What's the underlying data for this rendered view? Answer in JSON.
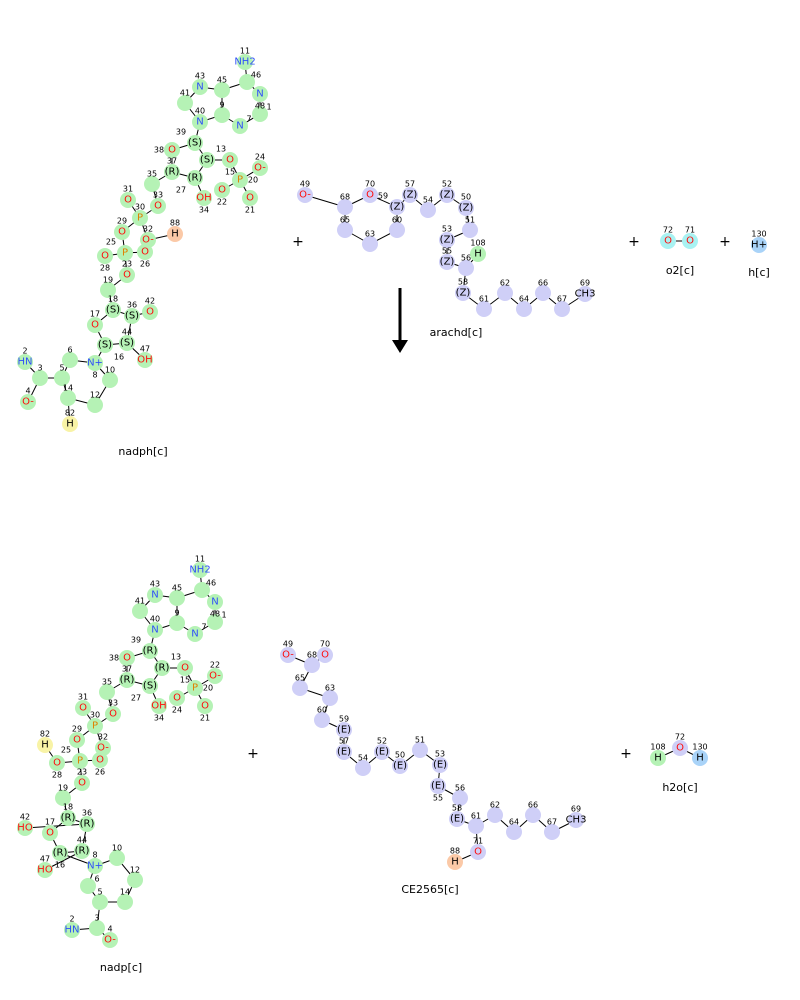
{
  "colors": {
    "green": "#b5f2b5",
    "purple": "#cfcff7",
    "orange": "#fbc9a7",
    "yellow": "#f8f3a6",
    "blue": "#a9d3f8",
    "cyan": "#a9f2f2",
    "N": "#3050f8",
    "O": "#ff0d0d",
    "P": "#e08000",
    "C": "#000000"
  },
  "labels": {
    "nadph": "nadph[c]",
    "arachd": "arachd[c]",
    "o2": "o2[c]",
    "h": "h[c]",
    "nadp": "nadp[c]",
    "ce2565": "CE2565[c]",
    "h2o": "h2o[c]"
  },
  "plus_sign": "+",
  "molecules": {
    "nadph": [
      [
        "11",
        "NH2",
        "green"
      ],
      [
        "46",
        "",
        "green"
      ],
      [
        "48",
        "N",
        "green"
      ],
      [
        "1",
        "",
        "green"
      ],
      [
        "7",
        "N",
        "green"
      ],
      [
        "9",
        "",
        "green"
      ],
      [
        "45",
        "",
        "green"
      ],
      [
        "43",
        "N",
        "green"
      ],
      [
        "41",
        "",
        "green"
      ],
      [
        "40",
        "N",
        "green"
      ],
      [
        "39",
        "(S)",
        "green"
      ],
      [
        "38",
        "O",
        "green"
      ],
      [
        "13",
        "(S)",
        "green"
      ],
      [
        "15",
        "O",
        "green"
      ],
      [
        "37",
        "(R)",
        "green"
      ],
      [
        "27",
        "(R)",
        "green"
      ],
      [
        "20",
        "P",
        "green"
      ],
      [
        "24",
        "O-",
        "green"
      ],
      [
        "21",
        "O",
        "green"
      ],
      [
        "22",
        "O",
        "green"
      ],
      [
        "34",
        "OH",
        "green"
      ],
      [
        "35",
        "",
        "green"
      ],
      [
        "33",
        "O",
        "green"
      ],
      [
        "30",
        "P",
        "green"
      ],
      [
        "31",
        "O",
        "green"
      ],
      [
        "29",
        "O",
        "green"
      ],
      [
        "32",
        "O-",
        "green"
      ],
      [
        "25",
        "P",
        "green"
      ],
      [
        "28",
        "O",
        "green"
      ],
      [
        "26",
        "O",
        "green"
      ],
      [
        "88",
        "H",
        "orange"
      ],
      [
        "23",
        "O",
        "green"
      ],
      [
        "19",
        "",
        "green"
      ],
      [
        "18",
        "(S)",
        "green"
      ],
      [
        "36",
        "(S)",
        "green"
      ],
      [
        "42",
        "O",
        "green"
      ],
      [
        "17",
        "O",
        "green"
      ],
      [
        "16",
        "(S)",
        "green"
      ],
      [
        "44",
        "(S)",
        "green"
      ],
      [
        "47",
        "OH",
        "green"
      ],
      [
        "8",
        "N+",
        "green"
      ],
      [
        "6",
        "",
        "green"
      ],
      [
        "5",
        "",
        "green"
      ],
      [
        "10",
        "",
        "green"
      ],
      [
        "14",
        "",
        "green"
      ],
      [
        "12",
        "",
        "green"
      ],
      [
        "3",
        "",
        "green"
      ],
      [
        "2",
        "HN",
        "green"
      ],
      [
        "4",
        "O-",
        "green"
      ],
      [
        "82",
        "H",
        "yellow"
      ]
    ],
    "arachd": [
      [
        "49",
        "O-",
        "purple"
      ],
      [
        "70",
        "O",
        "purple"
      ],
      [
        "68",
        "",
        "purple"
      ],
      [
        "65",
        "",
        "purple"
      ],
      [
        "63",
        "",
        "purple"
      ],
      [
        "60",
        "",
        "purple"
      ],
      [
        "59",
        "(Z)",
        "purple"
      ],
      [
        "57",
        "(Z)",
        "purple"
      ],
      [
        "54",
        "",
        "purple"
      ],
      [
        "52",
        "(Z)",
        "purple"
      ],
      [
        "50",
        "(Z)",
        "purple"
      ],
      [
        "51",
        "",
        "purple"
      ],
      [
        "53",
        "(Z)",
        "purple"
      ],
      [
        "55",
        "(Z)",
        "purple"
      ],
      [
        "56",
        "",
        "purple"
      ],
      [
        "108",
        "H",
        "green"
      ],
      [
        "58",
        "(Z)",
        "purple"
      ],
      [
        "61",
        "",
        "purple"
      ],
      [
        "62",
        "",
        "purple"
      ],
      [
        "64",
        "",
        "purple"
      ],
      [
        "66",
        "",
        "purple"
      ],
      [
        "67",
        "",
        "purple"
      ],
      [
        "69",
        "CH3",
        "purple"
      ]
    ],
    "o2": [
      [
        "72",
        "O",
        "cyan"
      ],
      [
        "71",
        "O",
        "cyan"
      ]
    ],
    "h": [
      [
        "130",
        "H+",
        "blue"
      ]
    ],
    "nadp": [
      [
        "11",
        "NH2",
        "green"
      ],
      [
        "46",
        "",
        "green"
      ],
      [
        "48",
        "N",
        "green"
      ],
      [
        "1",
        "",
        "green"
      ],
      [
        "7",
        "N",
        "green"
      ],
      [
        "9",
        "",
        "green"
      ],
      [
        "45",
        "",
        "green"
      ],
      [
        "43",
        "N",
        "green"
      ],
      [
        "41",
        "",
        "green"
      ],
      [
        "40",
        "N",
        "green"
      ],
      [
        "39",
        "(R)",
        "green"
      ],
      [
        "38",
        "O",
        "green"
      ],
      [
        "13",
        "(R)",
        "green"
      ],
      [
        "15",
        "O",
        "green"
      ],
      [
        "37",
        "(R)",
        "green"
      ],
      [
        "27",
        "(S)",
        "green"
      ],
      [
        "20",
        "P",
        "green"
      ],
      [
        "22",
        "O-",
        "green"
      ],
      [
        "21",
        "O",
        "green"
      ],
      [
        "24",
        "O",
        "green"
      ],
      [
        "34",
        "OH",
        "green"
      ],
      [
        "35",
        "",
        "green"
      ],
      [
        "33",
        "O",
        "green"
      ],
      [
        "30",
        "P",
        "green"
      ],
      [
        "31",
        "O",
        "green"
      ],
      [
        "29",
        "O",
        "green"
      ],
      [
        "32",
        "O-",
        "green"
      ],
      [
        "25",
        "P",
        "green"
      ],
      [
        "28",
        "O",
        "green"
      ],
      [
        "26",
        "O",
        "green"
      ],
      [
        "82",
        "H",
        "yellow"
      ],
      [
        "23",
        "O",
        "green"
      ],
      [
        "19",
        "",
        "green"
      ],
      [
        "18",
        "(R)",
        "green"
      ],
      [
        "36",
        "(R)",
        "green"
      ],
      [
        "42",
        "HO",
        "green"
      ],
      [
        "17",
        "O",
        "green"
      ],
      [
        "16",
        "(R)",
        "green"
      ],
      [
        "44",
        "(R)",
        "green"
      ],
      [
        "47",
        "HO",
        "green"
      ],
      [
        "8",
        "N+",
        "green"
      ],
      [
        "6",
        "",
        "green"
      ],
      [
        "5",
        "",
        "green"
      ],
      [
        "10",
        "",
        "green"
      ],
      [
        "14",
        "",
        "green"
      ],
      [
        "12",
        "",
        "green"
      ],
      [
        "3",
        "",
        "green"
      ],
      [
        "2",
        "HN",
        "green"
      ],
      [
        "4",
        "O-",
        "green"
      ]
    ],
    "ce2565": [
      [
        "49",
        "O-",
        "purple"
      ],
      [
        "70",
        "O",
        "purple"
      ],
      [
        "68",
        "",
        "purple"
      ],
      [
        "65",
        "",
        "purple"
      ],
      [
        "63",
        "",
        "purple"
      ],
      [
        "60",
        "",
        "purple"
      ],
      [
        "59",
        "(E)",
        "purple"
      ],
      [
        "57",
        "(E)",
        "purple"
      ],
      [
        "54",
        "",
        "purple"
      ],
      [
        "52",
        "(E)",
        "purple"
      ],
      [
        "50",
        "(E)",
        "purple"
      ],
      [
        "51",
        "",
        "purple"
      ],
      [
        "53",
        "(E)",
        "purple"
      ],
      [
        "55",
        "(E)",
        "purple"
      ],
      [
        "56",
        "",
        "purple"
      ],
      [
        "58",
        "(E)",
        "purple"
      ],
      [
        "61",
        "",
        "purple"
      ],
      [
        "62",
        "",
        "purple"
      ],
      [
        "64",
        "",
        "purple"
      ],
      [
        "66",
        "",
        "purple"
      ],
      [
        "67",
        "",
        "purple"
      ],
      [
        "69",
        "CH3",
        "purple"
      ],
      [
        "71",
        "O",
        "purple"
      ],
      [
        "88",
        "H",
        "orange"
      ]
    ],
    "h2o": [
      [
        "108",
        "H",
        "green"
      ],
      [
        "72",
        "O",
        "purple"
      ],
      [
        "130",
        "H",
        "blue"
      ]
    ]
  }
}
